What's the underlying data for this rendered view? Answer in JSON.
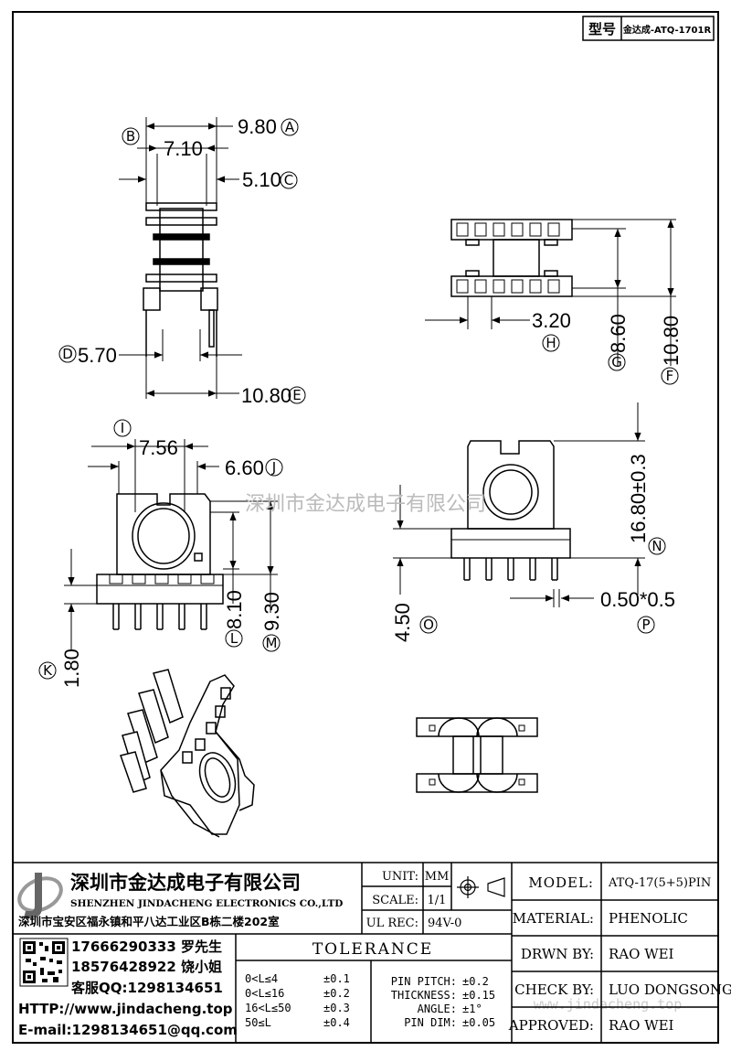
{
  "header": {
    "type_label": "型号",
    "model_code": "金达成-ATQ-1701R"
  },
  "dimensions": {
    "a": {
      "value": "9.80",
      "tag": "A"
    },
    "b": {
      "value": "7.10",
      "tag": "B"
    },
    "c": {
      "value": "5.10",
      "tag": "C"
    },
    "d": {
      "value": "5.70",
      "tag": "D"
    },
    "e": {
      "value": "10.80",
      "tag": "E"
    },
    "f": {
      "value": "10.80",
      "tag": "F"
    },
    "g": {
      "value": "8.60",
      "tag": "G"
    },
    "h": {
      "value": "3.20",
      "tag": "H"
    },
    "i": {
      "value": "7.56",
      "tag": "I"
    },
    "j": {
      "value": "6.60",
      "tag": "J"
    },
    "k": {
      "value": "1.80",
      "tag": "K"
    },
    "l": {
      "value": "8.10",
      "tag": "L"
    },
    "m": {
      "value": "9.30",
      "tag": "M"
    },
    "n": {
      "value": "16.80±0.3",
      "tag": "N"
    },
    "o": {
      "value": "4.50",
      "tag": "O"
    },
    "p": {
      "value": "0.50*0.5",
      "tag": "P"
    }
  },
  "watermark": "深圳市金达成电子有限公司",
  "watermark_url": "www.jindacheng.top",
  "company": {
    "name_cn": "深圳市金达成电子有限公司",
    "name_en": "SHENZHEN JINDACHENG ELECTRONICS CO.,LTD",
    "address": "深圳市宝安区福永镇和平八达工业区B栋二楼202室",
    "phone1": "17666290333 罗先生",
    "phone2": "18576428922 饶小姐",
    "qq": "客服QQ:1298134651",
    "website": "HTTP://www.jindacheng.top",
    "email": "E-mail:1298134651@qq.com"
  },
  "spec": {
    "unit_label": "UNIT:",
    "unit_value": "MM",
    "scale_label": "SCALE:",
    "scale_value": "1/1",
    "ulrec_label": "UL REC:",
    "ulrec_value": "94V-0"
  },
  "tolerance": {
    "title": "TOLERANCE",
    "rows": [
      {
        "range": "0<L≤4",
        "tol": "±0.1"
      },
      {
        "range": "0<L≤16",
        "tol": "±0.2"
      },
      {
        "range": "16<L≤50",
        "tol": "±0.3"
      },
      {
        "range": "50≤L",
        "tol": "±0.4"
      }
    ],
    "extra": [
      {
        "label": "PIN PITCH:",
        "tol": "±0.2"
      },
      {
        "label": "THICKNESS:",
        "tol": "±0.15"
      },
      {
        "label": "ANGLE:",
        "tol": "±1°"
      },
      {
        "label": "PIN DIM:",
        "tol": "±0.05"
      }
    ]
  },
  "info": {
    "model_label": "MODEL:",
    "model_value": "ATQ-17(5+5)PIN",
    "material_label": "MATERIAL:",
    "material_value": "PHENOLIC",
    "drawn_label": "DRWN BY:",
    "drawn_value": "RAO WEI",
    "check_label": "CHECK BY:",
    "check_value": "LUO DONGSONG",
    "approved_label": "APPROVED:",
    "approved_value": "RAO WEI"
  }
}
